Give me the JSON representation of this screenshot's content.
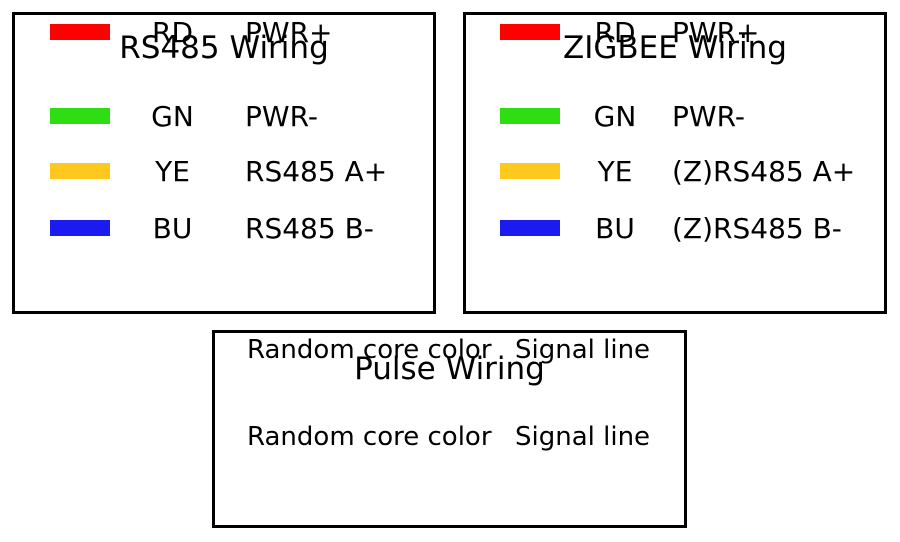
{
  "page": {
    "background": "#ffffff",
    "border_color": "#000000",
    "text_color": "#000000"
  },
  "panels": {
    "rs485": {
      "title": "RS485 Wiring",
      "rows": [
        {
          "color_name": "red",
          "hex": "#ff0000",
          "code": "RD",
          "signal": "PWR+"
        },
        {
          "color_name": "green",
          "hex": "#2edd12",
          "code": "GN",
          "signal": "PWR-"
        },
        {
          "color_name": "yellow",
          "hex": "#ffc81e",
          "code": "YE",
          "signal": "RS485 A+"
        },
        {
          "color_name": "blue",
          "hex": "#1b1bef",
          "code": "BU",
          "signal": "RS485 B-"
        }
      ]
    },
    "zigbee": {
      "title": "ZIGBEE Wiring",
      "rows": [
        {
          "color_name": "red",
          "hex": "#ff0000",
          "code": "RD",
          "signal": "PWR+"
        },
        {
          "color_name": "green",
          "hex": "#2edd12",
          "code": "GN",
          "signal": "PWR-"
        },
        {
          "color_name": "yellow",
          "hex": "#ffc81e",
          "code": "YE",
          "signal": "(Z)RS485 A+"
        },
        {
          "color_name": "blue",
          "hex": "#1b1bef",
          "code": "BU",
          "signal": "(Z)RS485 B-"
        }
      ]
    },
    "pulse": {
      "title": "Pulse Wiring",
      "rows": [
        {
          "core": "Random core color",
          "signal": "Signal line"
        },
        {
          "core": "Random core color",
          "signal": "Signal line"
        }
      ]
    }
  }
}
